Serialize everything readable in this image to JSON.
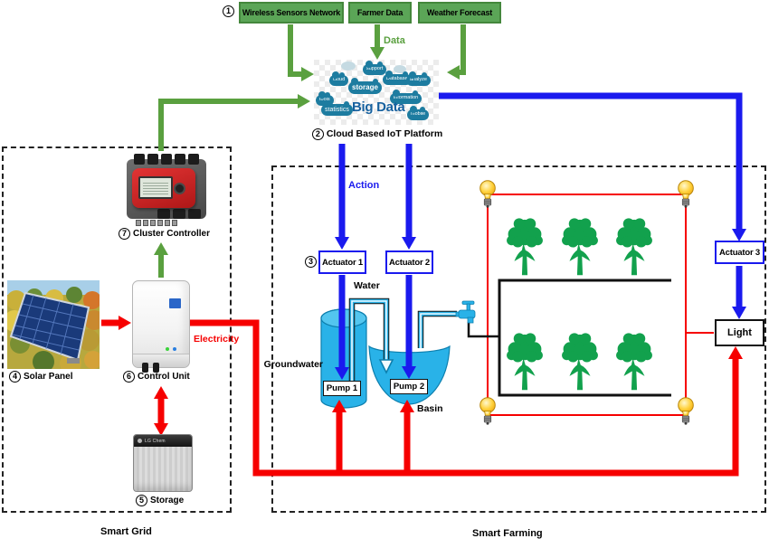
{
  "colors": {
    "green_box": "#5ba557",
    "green_arrow": "#5aa03f",
    "blue_action": "#1a1aee",
    "red_electricity": "#f60000",
    "cyan_water": "#29b2e8",
    "tree_green": "#12a14d",
    "bulb_yellow": "#ffd23e"
  },
  "inputs": {
    "item1": {
      "num": "1",
      "label": "Wireless Sensors Network"
    },
    "item2": {
      "label": "Farmer Data"
    },
    "item3": {
      "label": "Weather Forecast"
    }
  },
  "labels": {
    "data": "Data",
    "action": "Action",
    "electricity": "Electricity",
    "water": "Water"
  },
  "cloud_platform": {
    "num": "2",
    "label": "Cloud Based IoT Platform",
    "big_text": "Big Data",
    "words": [
      "support",
      "cloud",
      "Database",
      "storage",
      "analyze",
      "information",
      "tools",
      "statistics",
      "mobile"
    ]
  },
  "smart_grid": {
    "label": "Smart Grid",
    "cluster_controller": {
      "num": "7",
      "label": "Cluster Controller"
    },
    "solar_panel": {
      "num": "4",
      "label": "Solar Panel"
    },
    "control_unit": {
      "num": "6",
      "label": "Control Unit"
    },
    "storage": {
      "num": "5",
      "label": "Storage",
      "brand": "LG Chem"
    }
  },
  "smart_farming": {
    "label": "Smart Farming",
    "actuator1": {
      "num": "3",
      "label": "Actuator 1"
    },
    "actuator2": {
      "label": "Actuator 2"
    },
    "actuator3": {
      "label": "Actuator 3"
    },
    "pump1": "Pump 1",
    "pump2": "Pump 2",
    "groundwater": "Groundwater",
    "basin": "Basin",
    "light": "Light"
  }
}
